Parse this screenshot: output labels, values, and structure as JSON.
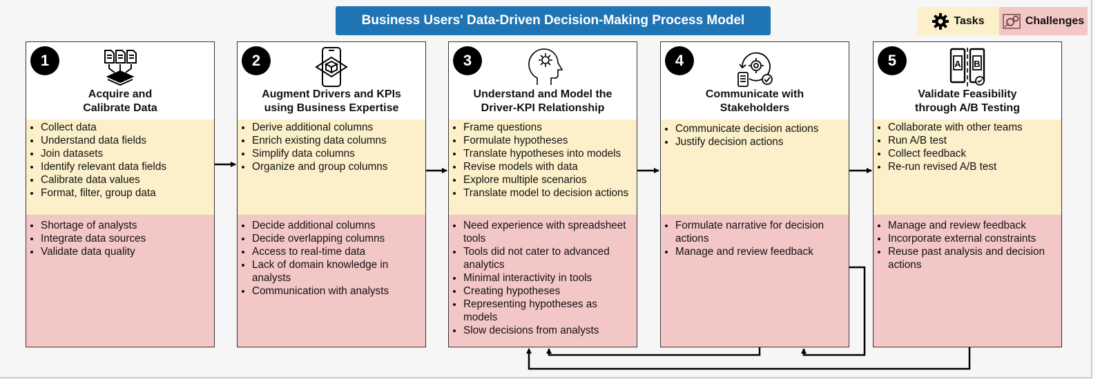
{
  "title": "Business Users' Data-Driven Decision-Making Process Model",
  "legend": {
    "tasks_label": "Tasks",
    "challenges_label": "Challenges",
    "tasks_color": "#fbf0c9",
    "challenges_color": "#f4c7c7"
  },
  "steps": [
    {
      "number": "1",
      "title_line1": "Acquire and",
      "title_line2": "Calibrate Data",
      "icon": "documents-into-box-icon",
      "tasks": [
        "Collect data",
        "Understand data fields",
        "Join datasets",
        "Identify relevant data fields",
        "Calibrate data values",
        "Format, filter, group data"
      ],
      "challenges": [
        "Shortage of analysts",
        "Integrate data sources",
        "Validate data quality"
      ]
    },
    {
      "number": "2",
      "title_line1": "Augment Drivers and KPIs",
      "title_line2": "using Business Expertise",
      "icon": "phone-cube-icon",
      "tasks": [
        "Derive additional columns",
        "Enrich existing data columns",
        "Simplify data columns",
        "Organize and group columns"
      ],
      "challenges": [
        "Decide additional columns",
        "Decide overlapping columns",
        "Access to real-time data",
        "Lack of domain knowledge in analysts",
        "Communication with analysts"
      ]
    },
    {
      "number": "3",
      "title_line1": "Understand and Model the",
      "title_line2": "Driver-KPI Relationship",
      "icon": "head-gear-icon",
      "tasks": [
        "Frame questions",
        "Formulate hypotheses",
        "Translate hypotheses into models",
        "Revise models with data",
        "Explore multiple scenarios",
        "Translate model to decision actions"
      ],
      "challenges": [
        "Need experience with spreadsheet tools",
        "Tools did not cater to advanced analytics",
        "Minimal interactivity in tools",
        "Creating hypotheses",
        "Representing hypotheses as models",
        "Slow decisions from analysts"
      ]
    },
    {
      "number": "4",
      "title_line1": "Communicate with",
      "title_line2": "Stakeholders",
      "icon": "cycle-gear-report-icon",
      "tasks": [
        "Communicate decision actions",
        "Justify decision actions"
      ],
      "challenges": [
        "Formulate narrative for decision actions",
        "Manage and review feedback"
      ]
    },
    {
      "number": "5",
      "title_line1": "Validate Feasibility",
      "title_line2": "through A/B Testing",
      "icon": "ab-test-icon",
      "tasks": [
        "Collaborate with other teams",
        "Run A/B test",
        "Collect feedback",
        "Re-run revised A/B test"
      ],
      "challenges": [
        "Manage and review feedback",
        "Incorporate external constraints",
        "Reuse past analysis and decision actions"
      ]
    }
  ]
}
